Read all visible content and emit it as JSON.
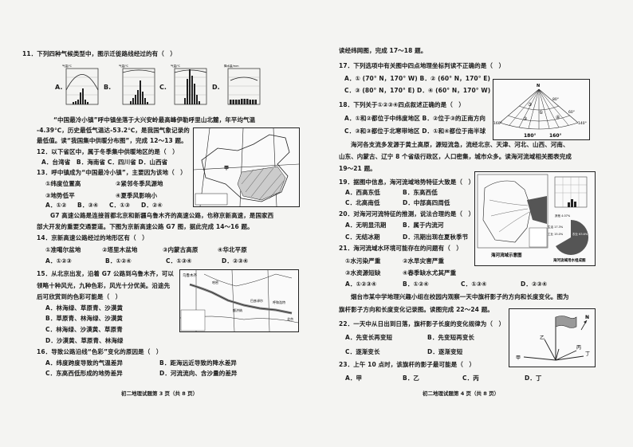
{
  "page3": {
    "q11": "11．下列四种气候类型中，图示迁徙路线经过的有（　）",
    "q11_options": [
      "A.",
      "B.",
      "C.",
      "D."
    ],
    "chart_axis": {
      "temp": "气温/℃",
      "precip": "降水量/mm"
    },
    "intro12": [
      "“中国最冷小镇”呼中镇坐落于大兴安岭最高峰伊勒呼里山北麓，年平均气温",
      "-4.39℃，历史最低气温达-53.2℃，是我国气象记录的",
      "最低值。读“我国集中供暖分布图”，完成 12～13 题。"
    ],
    "q12": "12．以下省区中，属于冬季集中供暖地区的是（　）",
    "q12_options": "A．台湾省　B．海南省 C．四川省 D．山西省",
    "q13": "13．呼中镇成为“中国最冷小镇”，主要因为该地（　）",
    "q13_items": [
      "①纬度位置高",
      "②紧邻冬季风源地",
      "③地势低平",
      "④夏季风影响小"
    ],
    "q13_options": [
      "A．①②",
      "B．③④",
      "C．①③",
      "D．②④"
    ],
    "map1_label": "甲",
    "intro14": [
      "G7 高速公路是连接首都北京和新疆乌鲁木齐的高速公路，也称京新高速，是国家西",
      "部大开发的重要交通要道。下图为京新高速公路 G7 图，据此完成 14～16 题。"
    ],
    "q14": "14．京新高速公路经过的地形区有（　）",
    "q14_items": [
      "①准噶尔盆地",
      "②塔里木盆地",
      "③内蒙古高原",
      "④华北平原"
    ],
    "q14_options": [
      "A．①②③",
      "B．①②④",
      "C．①③④",
      "D．②③④"
    ],
    "q15": [
      "15．从北京出发，沿着 G7 公路到乌鲁木齐，可以",
      "领略十种风光，九种色彩，风光十分优美。沿途先",
      "后可欣赏到的色彩可能是（　）"
    ],
    "q15_options": [
      "A．林海绿、草原青、沙漠黄",
      "B．草原青、林海绿、沙漠黄",
      "C．林海绿、沙漠黄、草原青",
      "D．沙漠黄、草原青、林海绿"
    ],
    "map2_labels": [
      "乌鲁木齐",
      "哈密",
      "额济纳",
      "巴彦淖尔",
      "呼和浩特",
      "北京"
    ],
    "q16": "16．导致公路沿线“色彩”变化的原因是（　）",
    "q16_options": [
      "A．纬度跨度导致的气温差异",
      "B．距海远近导致的降水差异",
      "C．东高西低形成的地势差异",
      "D．河流流向、含沙量的差异"
    ],
    "footer": "初二地理试题第 3 页（共 8 页）"
  },
  "page4": {
    "intro17": "读经纬网图，完成 17～18 题。",
    "q17": "17．下列选项中有关图中四点地理坐标判读不正确的是（　）",
    "q17_options": [
      "A．① (70° N，170° W) B．② (60° N，170° E)",
      "C．③ (80° N，170° E) D．④ (60° N，170° W)"
    ],
    "q18": "18．下列关于①②③④四点叙述正确的是（　）",
    "q18_options": [
      "A．①和②都位于中纬度地区 B．②位于③的正南方向",
      "C．③和③都位于北寒带地区 D．①和④都位于南半球"
    ],
    "polar_labels": {
      "north": "N",
      "lat80": "80°",
      "lat60": "60°",
      "lon160w": "160°",
      "lon180": "180°",
      "lon160e": "160°",
      "lon140": "140°",
      "points": [
        "①",
        "②",
        "③",
        "④"
      ]
    },
    "intro19": [
      "海河各支流多发源于黄土高原，源短流急，流经北京、天津、河北、山西、河南、",
      "山东、内蒙古、辽宁 8 个省级行政区，人口密集，城市众多。读海河流域相关图表完成",
      "19～21 题。"
    ],
    "q19": "19．据图中信息，海河流域地势特征大致是（　）",
    "q19_options": [
      "A．西高东低",
      "B．东高西低",
      "C．北高南低",
      "D．中部高四周低"
    ],
    "q20": "20．对海河河流特征的推测，说法合理的是（　）",
    "q20_options": [
      "A．无明显汛期",
      "B．属于内流河",
      "C．无结冰期",
      "D．汛期出现在夏秋季节"
    ],
    "q21": "21．海河流域水环境可能存在的问题有（　）",
    "q21_items": [
      "①水污染严重",
      "②水旱灾害严重",
      "③水资源短缺",
      "④春季缺水尤其严重"
    ],
    "q21_options": [
      "A．①②③④",
      "B．①②④",
      "C．①③④",
      "D．②③④"
    ],
    "haihe_map_caption": "海河流域示意图",
    "haihe_chart_caption": "海河流域用水组成图",
    "haihe_pie": {
      "labels": [
        "其他 4.07%",
        "生活 17.3%",
        "工业 15.0%",
        "农业 63.6%"
      ]
    },
    "intro22": [
      "烟台市某中学地理兴趣小组在校园内观察一天中旗杆影子的方向和长度变化。图为",
      "旗杆影子方向和长度变化记录图。读图完成 22～24 题。"
    ],
    "q22": "22．一天中从日出到日落，旗杆影子长度的变化规律为（　）",
    "q22_options": [
      "A．先变长再变短",
      "B．先变短再变长",
      "C．逐渐变长",
      "D．逐渐变短"
    ],
    "q23": "23．上午 10 点时，该旗杆的影子最可能是（　）",
    "q23_options": [
      "A．甲",
      "B．乙",
      "C．丙",
      "D．丁"
    ],
    "flag_labels": {
      "north": "N",
      "jia": "甲",
      "yi": "乙",
      "bing": "丙",
      "ding": "丁"
    },
    "footer": "初二地理试题第 4 页（共 8 页）"
  }
}
